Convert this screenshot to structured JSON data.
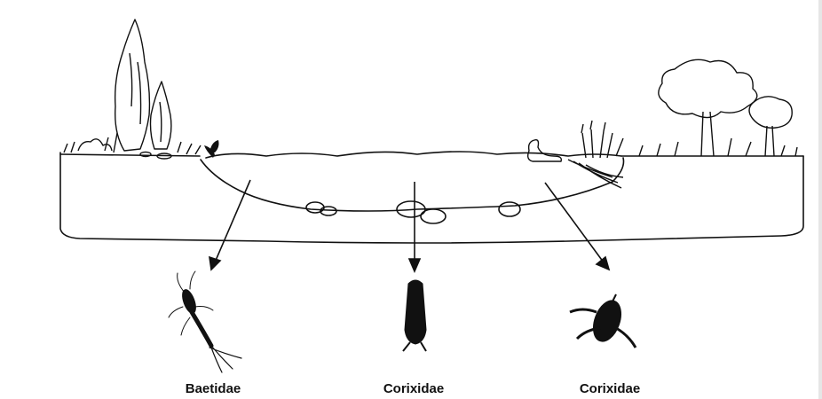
{
  "labels": {
    "left": "Baetidae",
    "center": "Corixidae",
    "right": "Corixidae"
  },
  "colors": {
    "ink": "#111111",
    "background": "#ffffff"
  }
}
